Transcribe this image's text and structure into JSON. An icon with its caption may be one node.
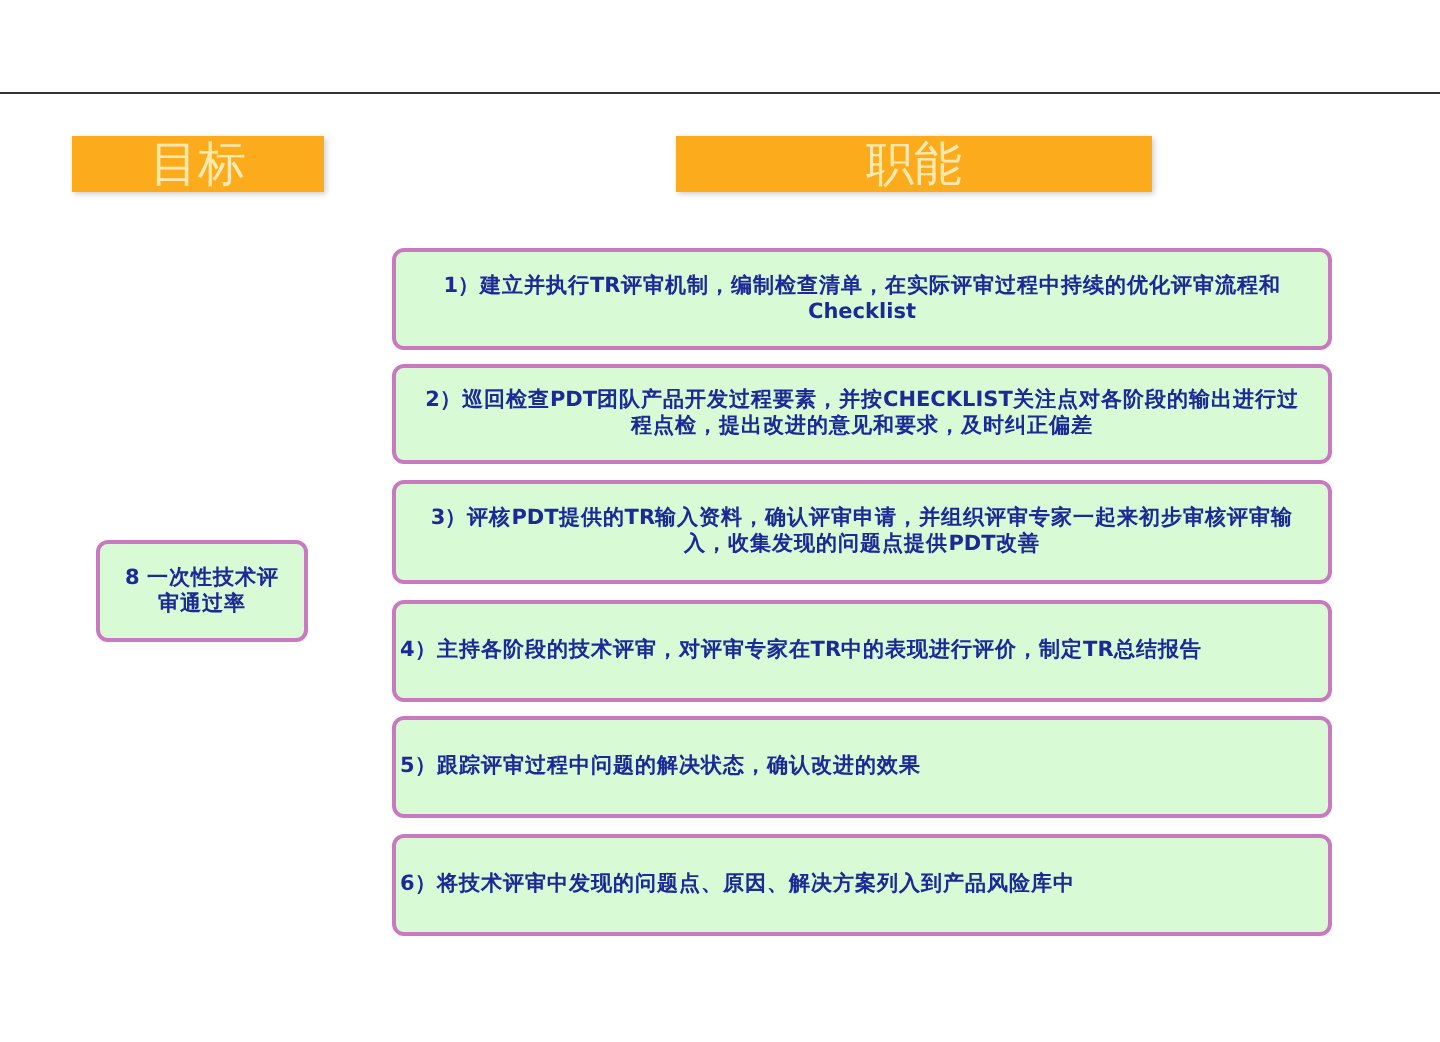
{
  "diagram": {
    "nodes": [
      {
        "text": [
          "目标"
        ]
      },
      {
        "text": [
          "职能"
        ]
      },
      {
        "text": [
          "8 一次性技术评审通过率"
        ]
      },
      {
        "text": [
          "1）建立并执行TR评审机制，编制检查清单，在实际评审过程中持续的优化评审流程和Checklist"
        ]
      },
      {
        "text": [
          "2）巡回检查PDT团队产品开发过程要素，并按CHECKLIST关注点对各阶段的输出进行过程点检，提出改进的意见和要求，及时纠正偏差"
        ]
      },
      {
        "text": [
          "3）评核PDT提供的TR输入资料，确认评审申请，并组织评审专家一起来初步审核评审输入，收集发现的问题点提供PDT改善"
        ]
      },
      {
        "text": [
          "4）主持各阶段的技术评审，对评审专家在TR中的表现进行评价，制定TR总结报告"
        ]
      },
      {
        "text": [
          "5）跟踪评审过程中问题的解决状态，确认改进的效果"
        ]
      },
      {
        "text": [
          "6）将技术评审中发现的问题点、原因、解决方案列入到产品风险库中"
        ]
      }
    ],
    "edges": []
  }
}
